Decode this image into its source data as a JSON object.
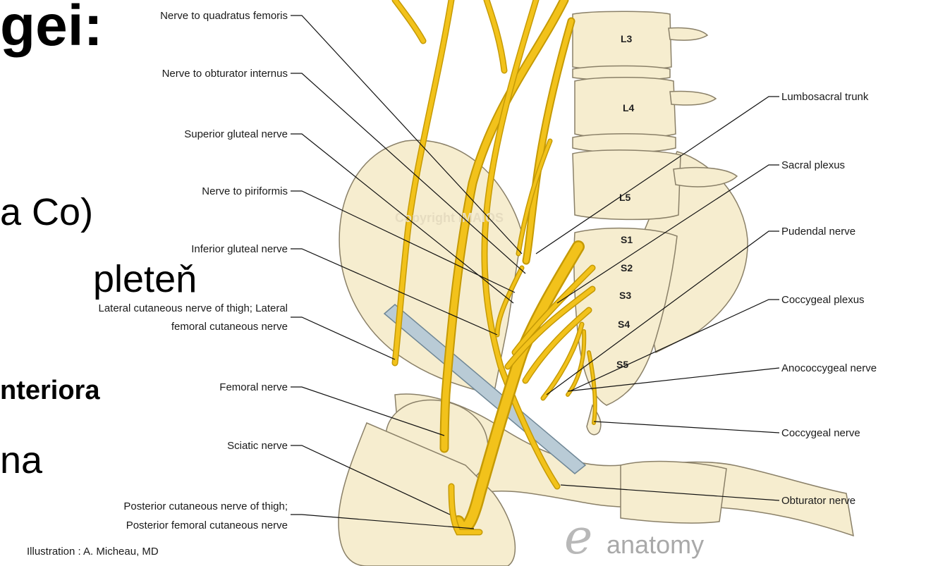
{
  "slide": {
    "title_fragment": "gei:",
    "line_co": "a Co)",
    "line_pletén": "pleteň",
    "line_anterior": "nteriora",
    "line_na": "na"
  },
  "vertebrae": [
    "L3",
    "L4",
    "L5",
    "S1",
    "S2",
    "S3",
    "S4",
    "S5"
  ],
  "labels_left": [
    "Nerve to quadratus femoris",
    "Nerve to obturator internus",
    "Superior gluteal nerve",
    "Nerve to piriformis",
    "Inferior gluteal nerve",
    "Lateral cutaneous nerve of thigh; Lateral",
    "femoral cutaneous nerve",
    "Femoral nerve",
    "Sciatic nerve",
    "Posterior cutaneous nerve of thigh;",
    "Posterior femoral cutaneous nerve"
  ],
  "labels_right": [
    "Lumbosacral trunk",
    "Sacral plexus",
    "Pudendal nerve",
    "Coccygeal plexus",
    "Anococcygeal nerve",
    "Coccygeal nerve",
    "Obturator nerve"
  ],
  "credit": "Illustration : A. Micheau, MD",
  "watermark": "Copyright IMAIOS",
  "logo": "anatomy",
  "colors": {
    "nerve": "#f2c21b",
    "bone": "#f6edcf",
    "ligament": "#b9cbd6"
  }
}
